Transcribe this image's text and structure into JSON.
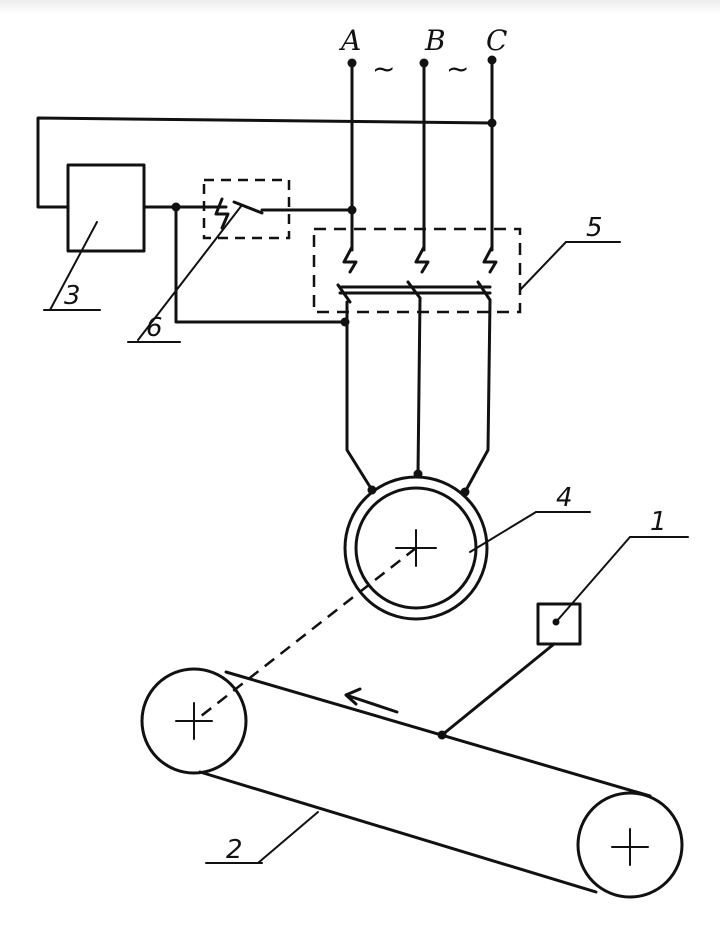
{
  "phases": {
    "a": "A",
    "b": "B",
    "c": "C"
  },
  "ac_symbol": "~",
  "callouts": {
    "sensor": "1",
    "conveyor": "2",
    "control_unit": "3",
    "motor": "4",
    "contactor": "5",
    "switch": "6"
  }
}
